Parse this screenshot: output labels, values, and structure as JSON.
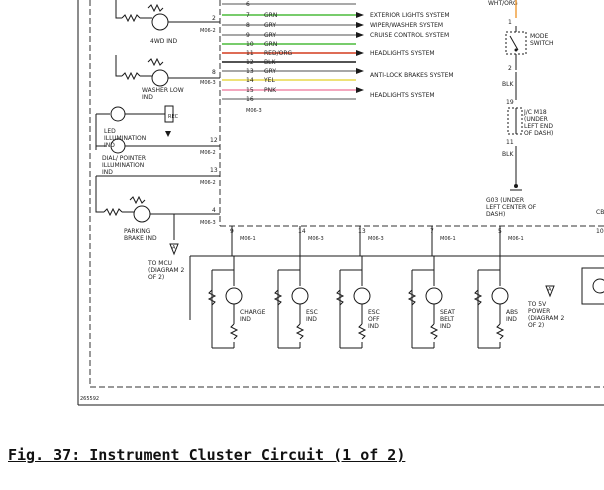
{
  "wires": [
    {
      "pin": "6",
      "color": "",
      "circuit": ""
    },
    {
      "pin": "7",
      "color": "GRN",
      "circuit": "EXTERIOR LIGHTS SYSTEM"
    },
    {
      "pin": "8",
      "color": "GRY",
      "circuit": "WIPER/WASHER SYSTEM"
    },
    {
      "pin": "9",
      "color": "GRY",
      "circuit": "CRUISE CONTROL SYSTEM"
    },
    {
      "pin": "10",
      "color": "GRN",
      "circuit": ""
    },
    {
      "pin": "11",
      "color": "RED/ORG",
      "circuit": "HEADLIGHTS SYSTEM"
    },
    {
      "pin": "12",
      "color": "BLK",
      "circuit": ""
    },
    {
      "pin": "13",
      "color": "GRY",
      "circuit": "ANTI-LOCK BRAKES SYSTEM"
    },
    {
      "pin": "14",
      "color": "YEL",
      "circuit": ""
    },
    {
      "pin": "15",
      "color": "PNK",
      "circuit": "HEADLIGHTS SYSTEM"
    },
    {
      "pin": "16",
      "color": "",
      "circuit": ""
    }
  ],
  "wire_connector": "M06-3",
  "left_items": {
    "ind_4wd": "4WD IND",
    "washer_low": "WASHER LOW IND",
    "led_illum": "LED ILLUMINATION IND",
    "dial_pointer": "DIAL/ POINTER ILLUMINATION IND",
    "parking_brake": "PARKING BRAKE IND",
    "rec_label": "REC",
    "to_mcu": "TO MCU (DIAGRAM 2 OF 2)",
    "a_ref": "A"
  },
  "left_pins": [
    {
      "pin": "2",
      "conn": "M06-2"
    },
    {
      "pin": "8",
      "conn": "M06-3"
    },
    {
      "pin": "12",
      "conn": "M06-2"
    },
    {
      "pin": "13",
      "conn": "M06-2"
    },
    {
      "pin": "4",
      "conn": "M06-3"
    }
  ],
  "right_items": {
    "wht_org": "WHT/ORG",
    "pin_1": "1",
    "mode_switch": "MODE SWITCH",
    "pin_2": "2",
    "blk_1": "BLK",
    "pin_19": "19",
    "jc_m18": "J/C M18 (UNDER LEFT END OF DASH)",
    "pin_11": "11",
    "blk_2": "BLK",
    "ground": "G03 (UNDER LEFT CENTER OF DASH)",
    "cb": "CB"
  },
  "bottom_pins": [
    {
      "pin": "9",
      "conn": "M06-1"
    },
    {
      "pin": "14",
      "conn": "M06-3"
    },
    {
      "pin": "13",
      "conn": "M06-3"
    },
    {
      "pin": "7",
      "conn": "M06-1"
    },
    {
      "pin": "5",
      "conn": "M06-1"
    },
    {
      "pin": "10",
      "conn": ""
    }
  ],
  "indicators": [
    "CHARGE IND",
    "ESC IND",
    "ESC OFF IND",
    "SEAT BELT IND",
    "ABS IND"
  ],
  "to_5v": "TO 5V POWER (DIAGRAM 2 OF 2)",
  "a_ref_2": "A",
  "figure_id": "265592",
  "caption": "Fig. 37: Instrument Cluster Circuit (1 of 2)",
  "wire_color_hex": {
    "GRN": "#4cbb3c",
    "GRY": "#8a8a8a",
    "RED/ORG": "#d33b1f",
    "BLK": "#1a1a1a",
    "YEL": "#e8d84a",
    "PNK": "#f08aa8",
    "WHT/ORG": "#f0a040"
  }
}
